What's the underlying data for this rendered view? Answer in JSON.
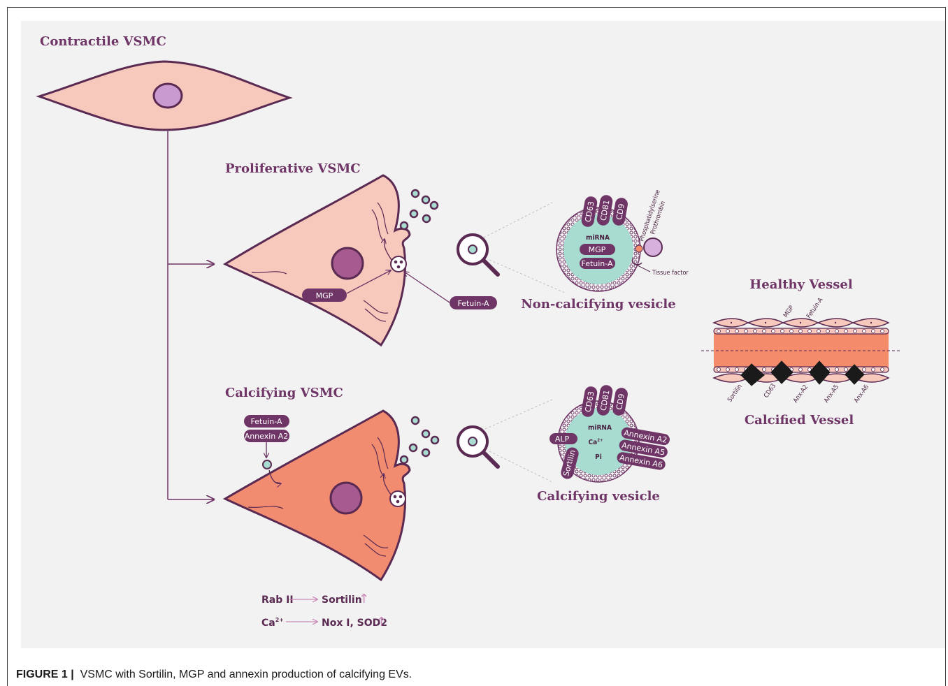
{
  "titles": {
    "contractile": "Contractile VSMC",
    "proliferative": "Proliferative VSMC",
    "calcifying": "Calcifying VSMC",
    "non_calcifying_vesicle": "Non-calcifying vesicle",
    "calcifying_vesicle": "Calcifying vesicle",
    "healthy_vessel": "Healthy Vessel",
    "calcified_vessel": "Calcified Vessel"
  },
  "proliferative_labels": {
    "mgp": "MGP",
    "fetuin": "Fetuin-A"
  },
  "calcifying_labels": {
    "fetuin": "Fetuin-A",
    "annexin": "Annexin A2"
  },
  "noncalc_vesicle": {
    "markers": [
      "CD63",
      "CD81",
      "CD9"
    ],
    "mirna": "miRNA",
    "mgp": "MGP",
    "fetuin": "Fetuin-A",
    "phosphatidylserine": "Phosphatidylserine",
    "prothrombin": "Prothrombin",
    "tissue_factor": "Tissue factor"
  },
  "calc_vesicle": {
    "markers": [
      "CD63",
      "CD81",
      "CD9"
    ],
    "mirna": "miRNA",
    "ca": "Ca",
    "ca_sup": "2+",
    "pi": "Pi",
    "alp": "ALP",
    "sortilin": "Sortilin",
    "annexins": [
      "Annexin A2",
      "Annexin A5",
      "Annexin A6"
    ]
  },
  "vessel": {
    "top_labels": [
      "MGP",
      "Fetuin-A"
    ],
    "bottom_labels": [
      "Sortilin",
      "CD63",
      "Anx-A2",
      "Anx-A5",
      "Anx-A6"
    ]
  },
  "pathways": [
    {
      "from": "Rab II",
      "to": "Sortilin",
      "arrow": "↑"
    },
    {
      "from": "Ca",
      "from_sup": "2+",
      "to": "Nox I, SOD2",
      "arrow": "↑"
    }
  ],
  "caption": {
    "label": "FIGURE 1 |",
    "text": "VSMC with Sortilin, MGP and annexin production of calcifying EVs."
  },
  "colors": {
    "outline": "#5a2a52",
    "title": "#6e3566",
    "cell_light": "#f7c9bc",
    "cell_dark": "#f18c70",
    "nucleus_light": "#c99ad0",
    "nucleus_dark": "#a65a8f",
    "vesicle": "#a8dcd0",
    "pill": "#6e3566",
    "vessel_band": "#f48b6a",
    "background": "#f3f2f2"
  }
}
